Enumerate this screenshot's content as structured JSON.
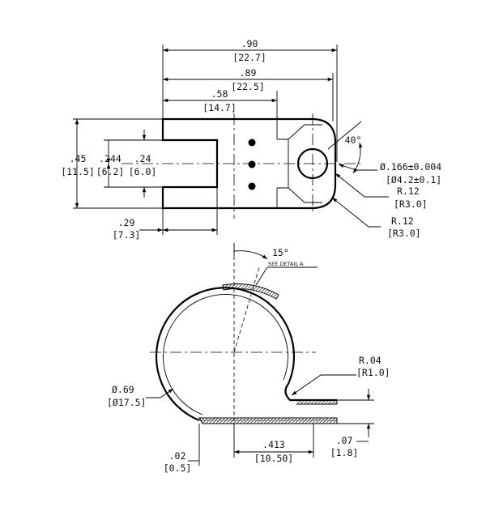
{
  "top_view": {
    "overall_width": ".90",
    "overall_width_mm": "[22.7]",
    "width_to_tangent": ".89",
    "width_to_tangent_mm": "[22.5]",
    "slot_to_center": ".58",
    "slot_to_center_mm": "[14.7]",
    "height": ".45",
    "height_mm": "[11.5]",
    "mid_height": ".244",
    "mid_height_mm": "[6.2]",
    "slot_height": ".24",
    "slot_height_mm": "[6.0]",
    "slot_depth": ".29",
    "slot_depth_mm": "[7.3]",
    "angle": "40°",
    "hole_dia": "Ø.166±0.004",
    "hole_dia_mm": "[Ø4.2±0.1]",
    "radius_upper": "R.12",
    "radius_upper_mm": "[R3.0]",
    "radius_lower": "R.12",
    "radius_lower_mm": "[R3.0]"
  },
  "side_view": {
    "angle": "15°",
    "detail_note": "SEE DETAIL A",
    "radius": "R.04",
    "radius_mm": "[R1.0]",
    "diameter": "Ø.69",
    "diameter_mm": "[Ø17.5]",
    "thickness": ".02",
    "thickness_mm": "[0.5]",
    "tab_length": ".413",
    "tab_length_mm": "[10.50]",
    "gap": ".07",
    "gap_mm": "[1.8]"
  }
}
